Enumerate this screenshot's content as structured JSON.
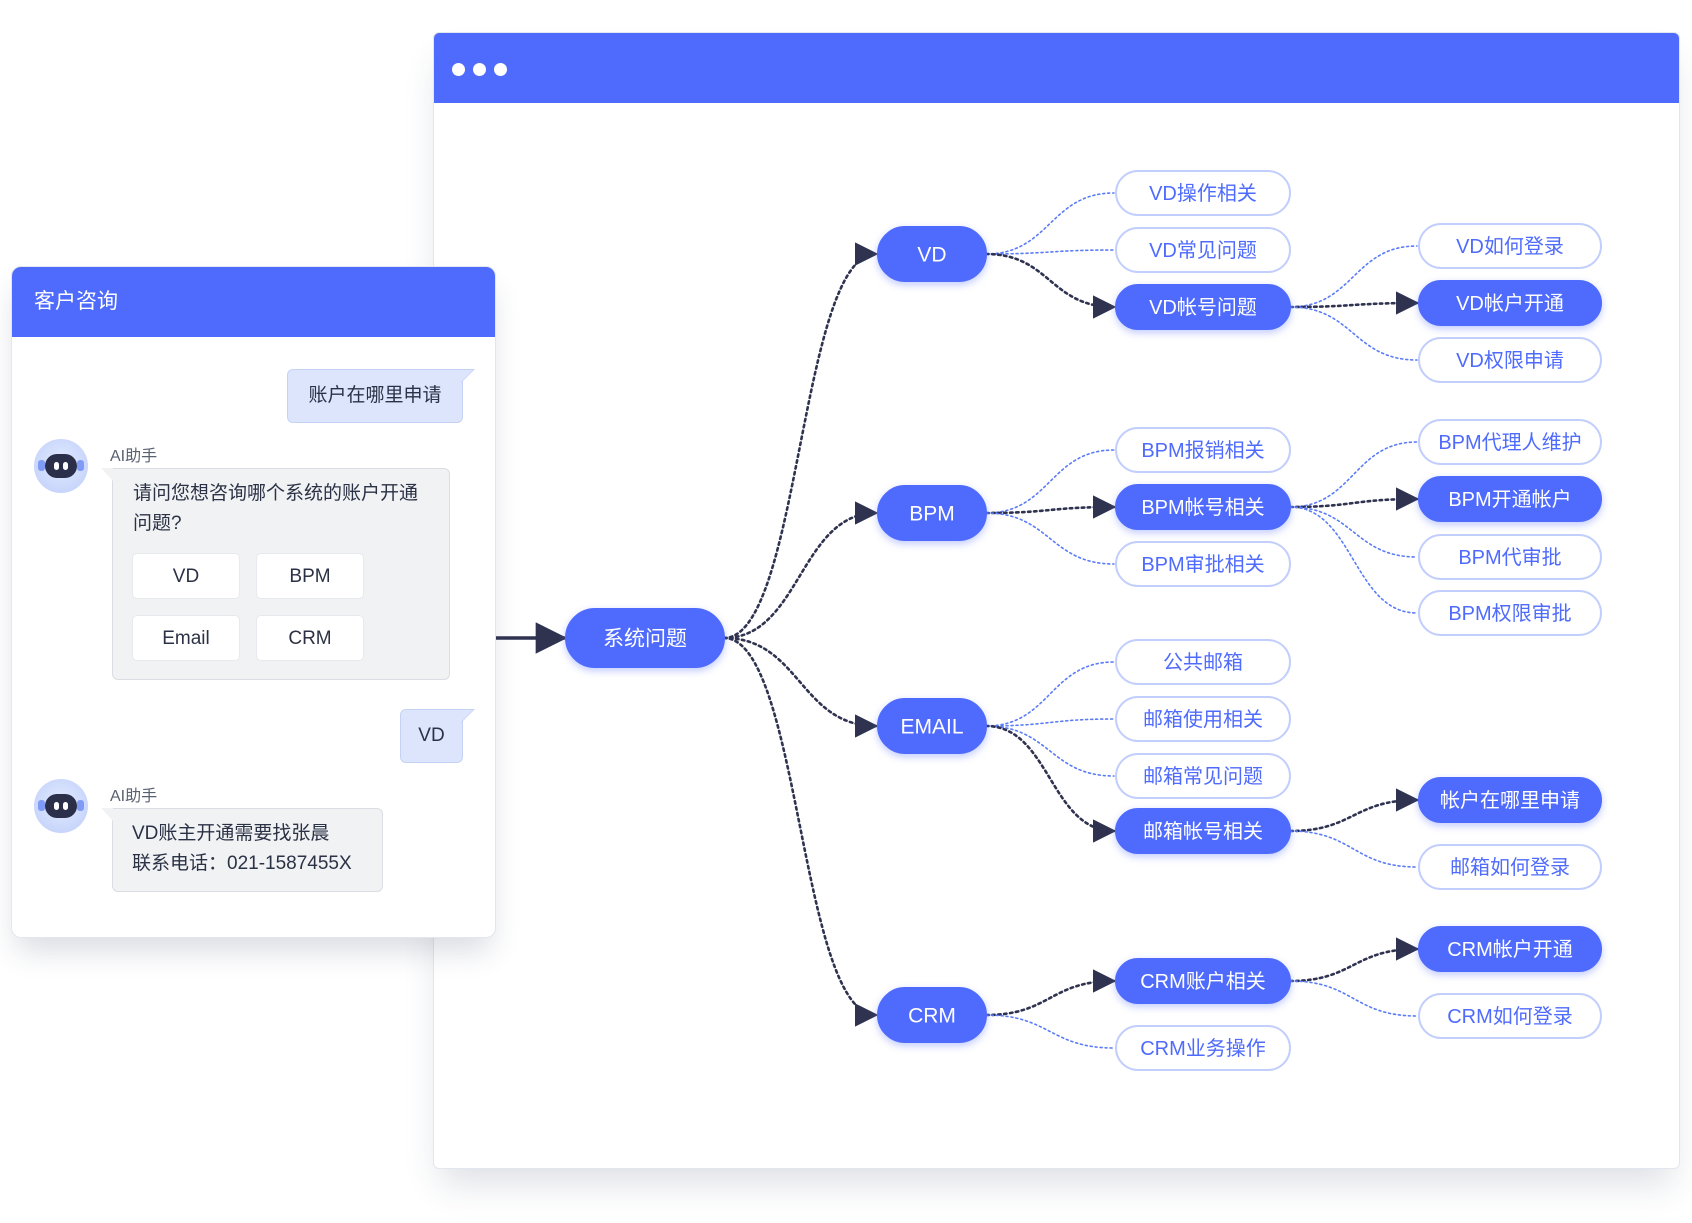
{
  "chat": {
    "title": "客户咨询",
    "user_message_1": "账户在哪里申请",
    "bot_name_1": "AI助手",
    "bot_message_1_line1": "请问您想咨询哪个系统的账户开通",
    "bot_message_1_line2": "问题?",
    "options": [
      "VD",
      "BPM",
      "Email",
      "CRM"
    ],
    "user_message_2": "VD",
    "bot_name_2": "AI助手",
    "bot_message_2_line1": "VD账主开通需要找张晨",
    "bot_message_2_line2": "联系电话：021-1587455X"
  },
  "mindmap": {
    "root": "系统问题",
    "branches": [
      {
        "label": "VD",
        "children": [
          {
            "label": "VD操作相关",
            "highlight": false,
            "children": []
          },
          {
            "label": "VD常见问题",
            "highlight": false,
            "children": []
          },
          {
            "label": "VD帐号问题",
            "highlight": true,
            "children": [
              {
                "label": "VD如何登录",
                "highlight": false
              },
              {
                "label": "VD帐户开通",
                "highlight": true
              },
              {
                "label": "VD权限申请",
                "highlight": false
              }
            ]
          }
        ]
      },
      {
        "label": "BPM",
        "children": [
          {
            "label": "BPM报销相关",
            "highlight": false,
            "children": []
          },
          {
            "label": "BPM帐号相关",
            "highlight": true,
            "children": [
              {
                "label": "BPM代理人维护",
                "highlight": false
              },
              {
                "label": "BPM开通帐户",
                "highlight": true
              },
              {
                "label": "BPM代审批",
                "highlight": false
              },
              {
                "label": "BPM权限审批",
                "highlight": false
              }
            ]
          },
          {
            "label": "BPM审批相关",
            "highlight": false,
            "children": []
          }
        ]
      },
      {
        "label": "EMAIL",
        "children": [
          {
            "label": "公共邮箱",
            "highlight": false,
            "children": []
          },
          {
            "label": "邮箱使用相关",
            "highlight": false,
            "children": []
          },
          {
            "label": "邮箱常见问题",
            "highlight": false,
            "children": []
          },
          {
            "label": "邮箱帐号相关",
            "highlight": true,
            "children": [
              {
                "label": "帐户在哪里申请",
                "highlight": true
              },
              {
                "label": "邮箱如何登录",
                "highlight": false
              }
            ]
          }
        ]
      },
      {
        "label": "CRM",
        "children": [
          {
            "label": "CRM账户相关",
            "highlight": true,
            "children": [
              {
                "label": "CRM帐户开通",
                "highlight": true
              },
              {
                "label": "CRM如何登录",
                "highlight": false
              }
            ]
          },
          {
            "label": "CRM业务操作",
            "highlight": false,
            "children": []
          }
        ]
      }
    ]
  },
  "colors": {
    "accent": "#4f6bfd",
    "outline_text": "#4f6bfd",
    "outline_border": "#c2cefc",
    "dark_connector": "#2f3350",
    "light_connector": "#5b7cf7"
  }
}
